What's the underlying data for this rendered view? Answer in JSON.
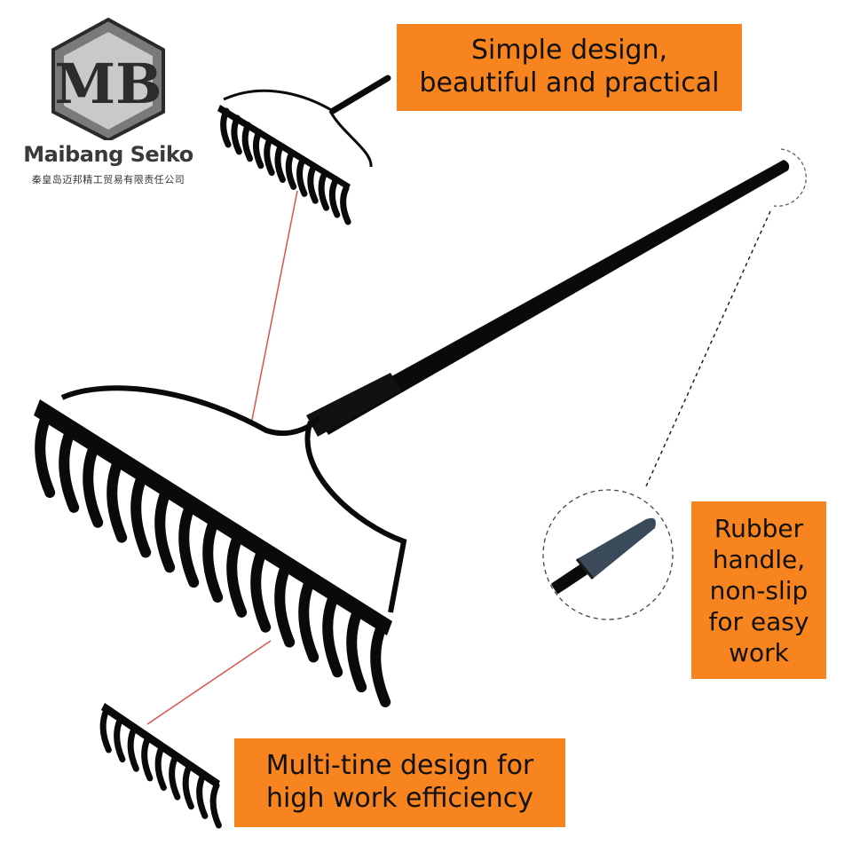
{
  "brand": {
    "monogram": "MB",
    "name": "Maibang Seiko",
    "subtitle": "秦皇岛迈邦精工贸易有限责任公司"
  },
  "callouts": {
    "top": "Simple design,\nbeautiful and practical",
    "right": "Rubber\nhandle,\nnon-slip\nfor easy\nwork",
    "bottom": "Multi-tine design for\nhigh work efficiency"
  },
  "colors": {
    "callout_bg": "#f7841e",
    "rake": "#0a0a0a",
    "leader_red": "#d9534f",
    "grip": "#3a4a5a"
  }
}
